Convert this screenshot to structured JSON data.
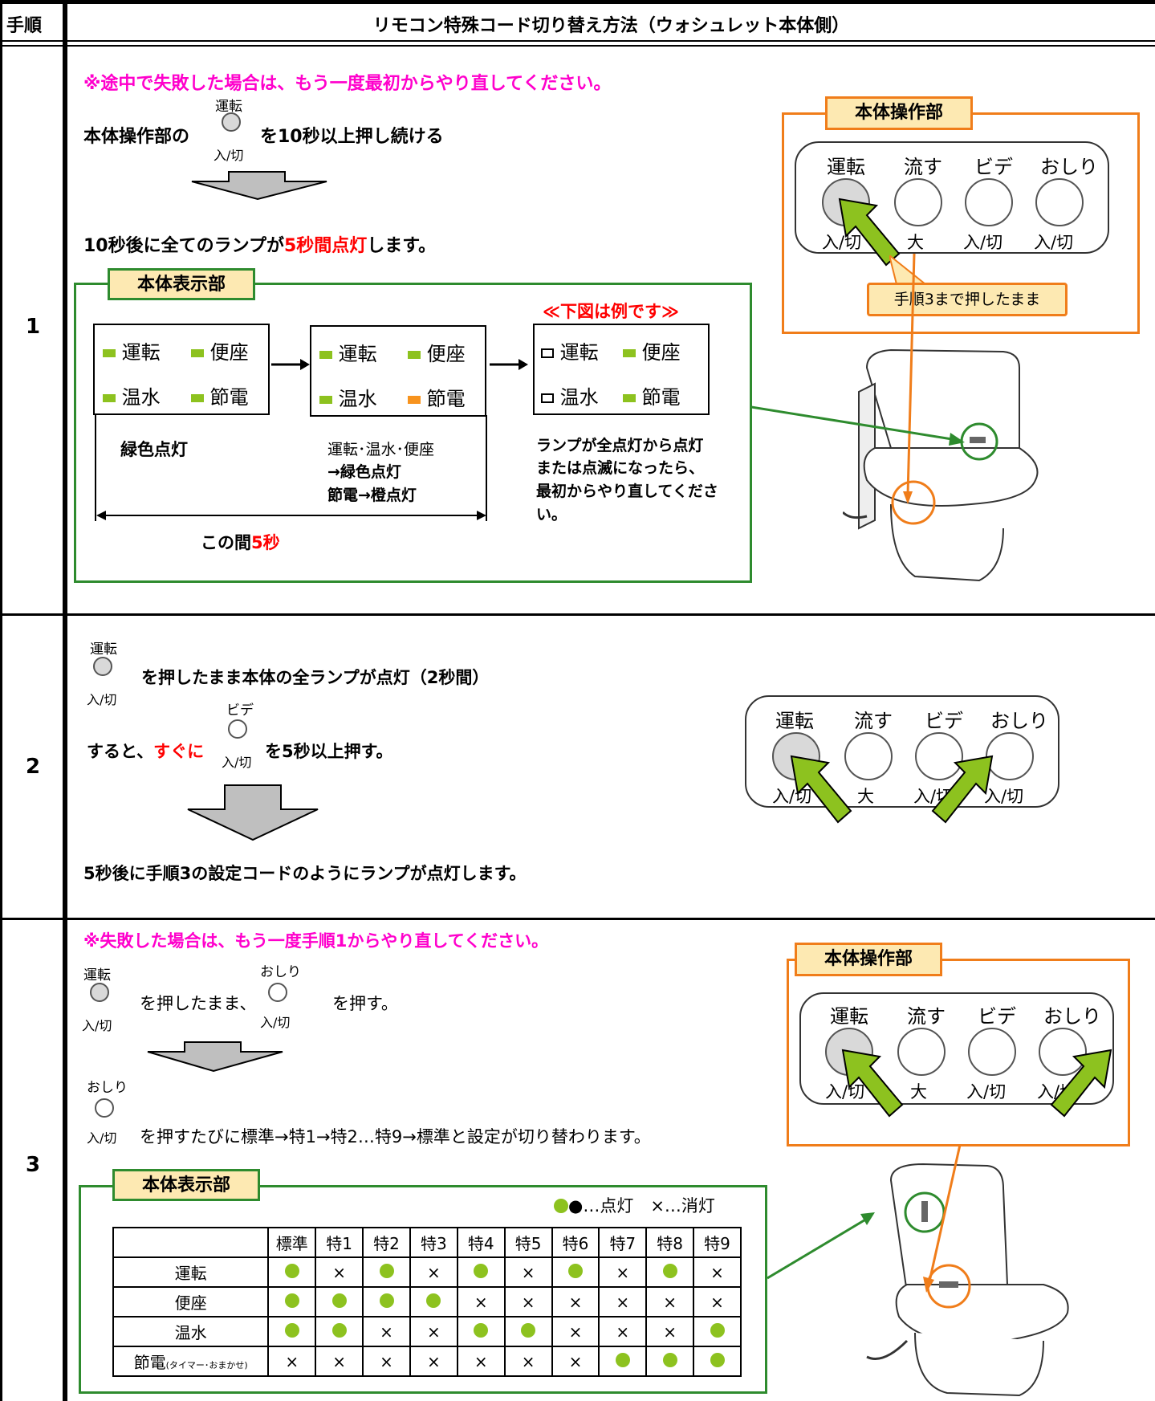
{
  "header": {
    "col1": "手順",
    "col2": "リモコン特殊コード切り替え方法（ウォシュレット本体側）"
  },
  "steps": [
    "1",
    "2",
    "3"
  ],
  "step1": {
    "warning": "※途中で失敗した場合は、もう一度最初からやり直してください。",
    "line1_pre": "本体操作部の",
    "btn_top": "運転",
    "btn_bottom": "入/切",
    "line1_post": "を10秒以上押し続ける",
    "result_pre": "10秒後に全てのランプが",
    "result_red": "5秒間点灯",
    "result_post": "します。",
    "display_tag": "本体表示部",
    "example_note": "≪下図は例です≫",
    "lamps": {
      "unten": "運転",
      "benza": "便座",
      "onsui": "温水",
      "setsuden": "節電"
    },
    "green_on": "緑色点灯",
    "state2_line1": "運転･温水･便座",
    "state2_line2": "→緑色点灯",
    "state2_line3": "節電→橙点灯",
    "fail_note": [
      "ランプが全点灯から点灯",
      "または点滅になったら、",
      "最初からやり直してくださ",
      "い。"
    ],
    "interval_pre": "この間",
    "interval_red": "5秒",
    "panel_tag": "本体操作部",
    "panel_buttons": [
      {
        "top": "運転",
        "bottom": "入/切"
      },
      {
        "top": "流す",
        "bottom": "大"
      },
      {
        "top": "ビデ",
        "bottom": "入/切"
      },
      {
        "top": "おしり",
        "bottom": "入/切"
      }
    ],
    "callout": "手順3まで押したまま"
  },
  "step2": {
    "btn_top": "運転",
    "btn_bottom": "入/切",
    "line1": "を押したまま本体の全ランプが点灯（2秒間）",
    "bidet_top": "ビデ",
    "bidet_bottom": "入/切",
    "line2_pre": "すると、",
    "line2_red": "すぐに",
    "line2_post": "を5秒以上押す。",
    "result": "5秒後に手順3の設定コードのようにランプが点灯します。",
    "panel_buttons": [
      {
        "top": "運転",
        "bottom": "入/切"
      },
      {
        "top": "流す",
        "bottom": "大"
      },
      {
        "top": "ビデ",
        "bottom": "入/切"
      },
      {
        "top": "おしり",
        "bottom": "入/切"
      }
    ]
  },
  "step3": {
    "warning": "※失敗した場合は、もう一度手順1からやり直してください。",
    "btn_top": "運転",
    "btn_bottom": "入/切",
    "line1_mid": "を押したまま、",
    "oshiri_top": "おしり",
    "oshiri_bottom": "入/切",
    "line1_post": "を押す。",
    "line2": "を押すたびに標準→特1→特2…特9→標準と設定が切り替わります。",
    "display_tag": "本体表示部",
    "legend": "●…点灯　×…消灯",
    "panel_tag": "本体操作部",
    "panel_buttons": [
      {
        "top": "運転",
        "bottom": "入/切"
      },
      {
        "top": "流す",
        "bottom": "大"
      },
      {
        "top": "ビデ",
        "bottom": "入/切"
      },
      {
        "top": "おしり",
        "bottom": "入/切"
      }
    ],
    "table": {
      "columns": [
        "標準",
        "特1",
        "特2",
        "特3",
        "特4",
        "特5",
        "特6",
        "特7",
        "特8",
        "特9"
      ],
      "rows": [
        {
          "label": "運転",
          "label_small": "",
          "cells": [
            "●",
            "×",
            "●",
            "×",
            "●",
            "×",
            "●",
            "×",
            "●",
            "×"
          ]
        },
        {
          "label": "便座",
          "label_small": "",
          "cells": [
            "●",
            "●",
            "●",
            "●",
            "×",
            "×",
            "×",
            "×",
            "×",
            "×"
          ]
        },
        {
          "label": "温水",
          "label_small": "",
          "cells": [
            "●",
            "●",
            "×",
            "×",
            "●",
            "●",
            "×",
            "×",
            "×",
            "●"
          ]
        },
        {
          "label": "節電",
          "label_small": "(タイマー･おまかせ)",
          "cells": [
            "×",
            "×",
            "×",
            "×",
            "×",
            "×",
            "×",
            "●",
            "●",
            "●"
          ]
        }
      ]
    }
  },
  "colors": {
    "orange": "#f07d1a",
    "green": "#2e8b2e",
    "lamp_green": "#8dc21f",
    "pink": "#ff00cc",
    "red": "#ff0000"
  }
}
